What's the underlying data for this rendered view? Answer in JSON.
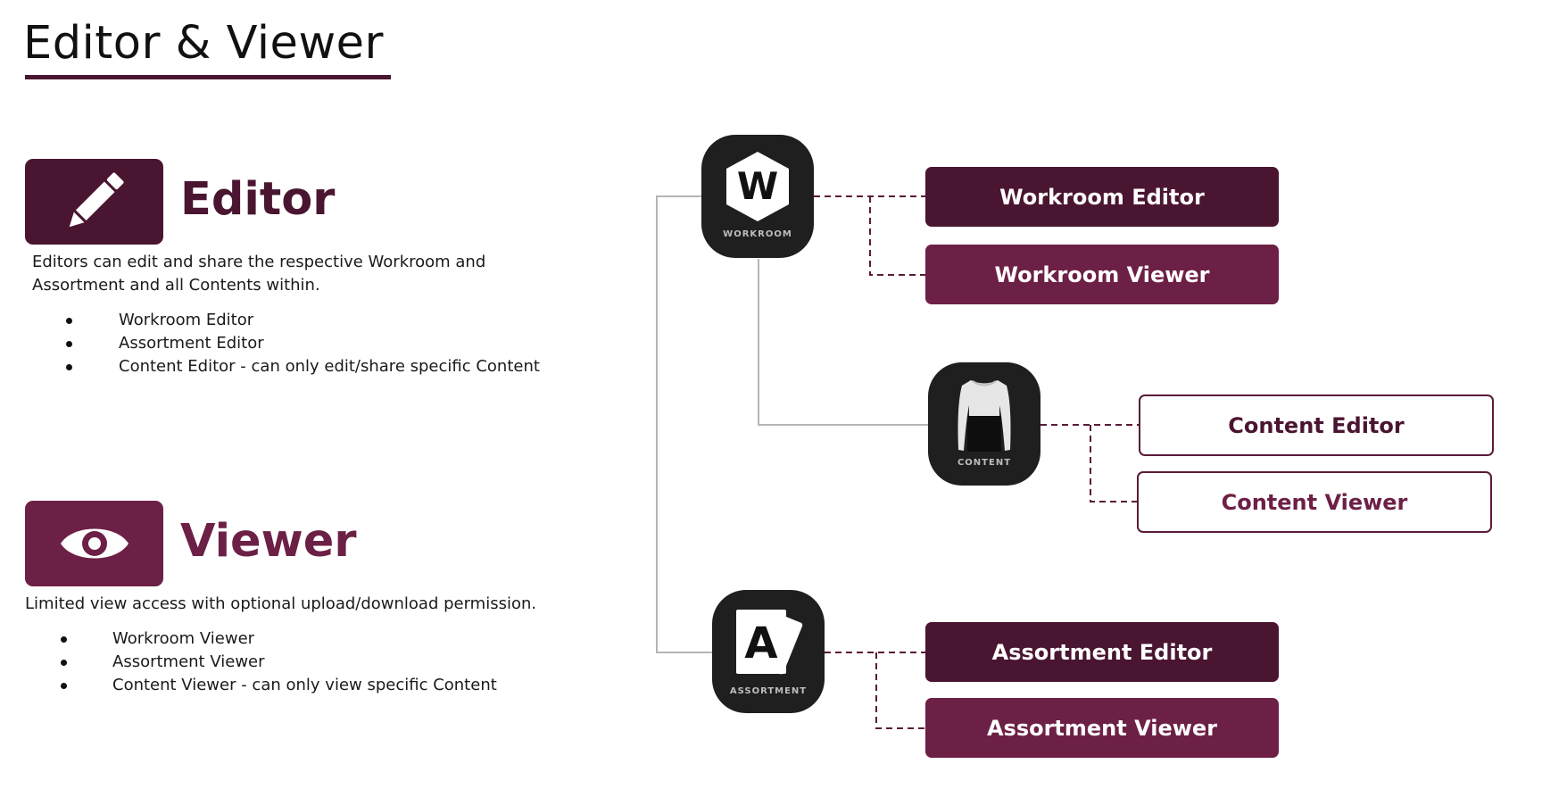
{
  "page": {
    "title": "Editor & Viewer"
  },
  "editor": {
    "heading": "Editor",
    "icon": "pencil-icon",
    "description": "Editors can edit and share the respective Workroom and Assortment and all Contents within.",
    "items": [
      "Workroom Editor",
      "Assortment Editor",
      "Content Editor - can only edit/share specific Content"
    ]
  },
  "viewer": {
    "heading": "Viewer",
    "icon": "eye-icon",
    "description": "Limited view access with optional upload/download permission.",
    "items": [
      "Workroom Viewer",
      "Assortment Viewer",
      "Content Viewer - can only view specific Content"
    ]
  },
  "diagram": {
    "workroom": {
      "glyph": "W",
      "caption": "WORKROOM",
      "editor_label": "Workroom Editor",
      "viewer_label": "Workroom Viewer"
    },
    "content": {
      "caption": "CONTENT",
      "icon": "top-garment-icon",
      "editor_label": "Content Editor",
      "viewer_label": "Content Viewer"
    },
    "assortment": {
      "glyph": "A",
      "caption": "ASSORTMENT",
      "editor_label": "Assortment Editor",
      "viewer_label": "Assortment Viewer"
    }
  },
  "colors": {
    "editor_dark": "#4a1530",
    "viewer_mid": "#6d2046",
    "icon_tile": "#1f1f1f",
    "connector_solid": "#b5b5b5",
    "connector_dashed": "#5a1a38"
  }
}
